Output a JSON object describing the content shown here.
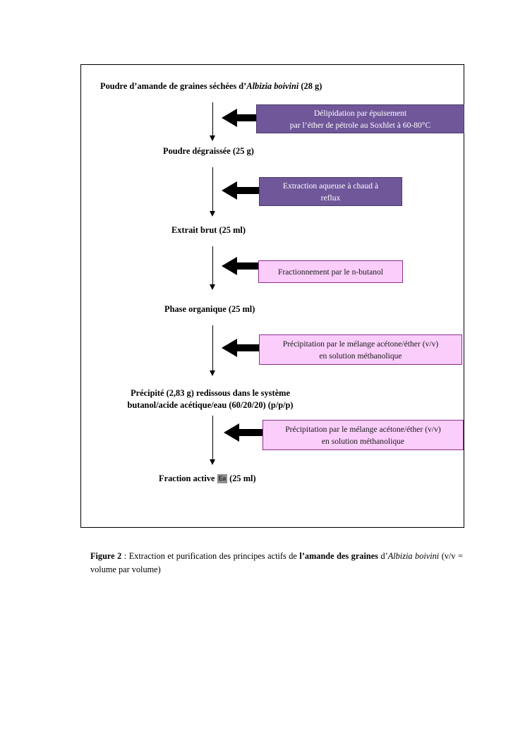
{
  "figure": {
    "stages": [
      {
        "id": "starting-material",
        "text_before_italic": "Poudre d’amande de graines séchées d’",
        "italic": "Albizia boivini",
        "text_after_italic": " (28 g)"
      },
      {
        "id": "defatted-powder",
        "label": "Poudre dégraissée (25 g)"
      },
      {
        "id": "crude-extract",
        "label": "Extrait brut (25 ml)"
      },
      {
        "id": "organic-phase",
        "label": "Phase organique (25 ml)"
      },
      {
        "id": "precipitate",
        "line1": "Précipité (2,83 g) redissous dans le système",
        "line2": "butanol/acide acétique/eau (60/20/20) (p/p/p)"
      },
      {
        "id": "active-fraction",
        "text_before_glyph": "Fraction active ",
        "glyph": "Ea",
        "text_after_glyph": " (25 ml)"
      }
    ],
    "treatments": [
      {
        "id": "delipidation",
        "color": "#70579A",
        "line1": "Délipidation par épuisement",
        "line2": "par l’éther de pétrole au Soxhlet à 60-80°C"
      },
      {
        "id": "aqueous-extraction",
        "color": "#70579A",
        "line1": "Extraction aqueuse à chaud à",
        "line2": "reflux"
      },
      {
        "id": "butanol-fractionation",
        "color": "#FACDFA",
        "line1": "Fractionnement par le n-butanol",
        "line2": ""
      },
      {
        "id": "precipitation-1",
        "color": "#FACDFA",
        "line1": "Précipitation par le mélange acétone/éther (v/v)",
        "line2": "en solution méthanolique"
      },
      {
        "id": "precipitation-2",
        "color": "#FACDFA",
        "line1": "Précipitation par le mélange acétone/éther (v/v)",
        "line2": "en solution méthanolique"
      }
    ]
  },
  "caption": {
    "figure_number": "Figure 2",
    "separator": " : ",
    "text1": "Extraction et purification des principes actifs de ",
    "bold_phrase": "l’amande des graines",
    "text2": " d’",
    "italic_species": "Albizia boivini",
    "text3": " (v/v = volume par volume)"
  }
}
